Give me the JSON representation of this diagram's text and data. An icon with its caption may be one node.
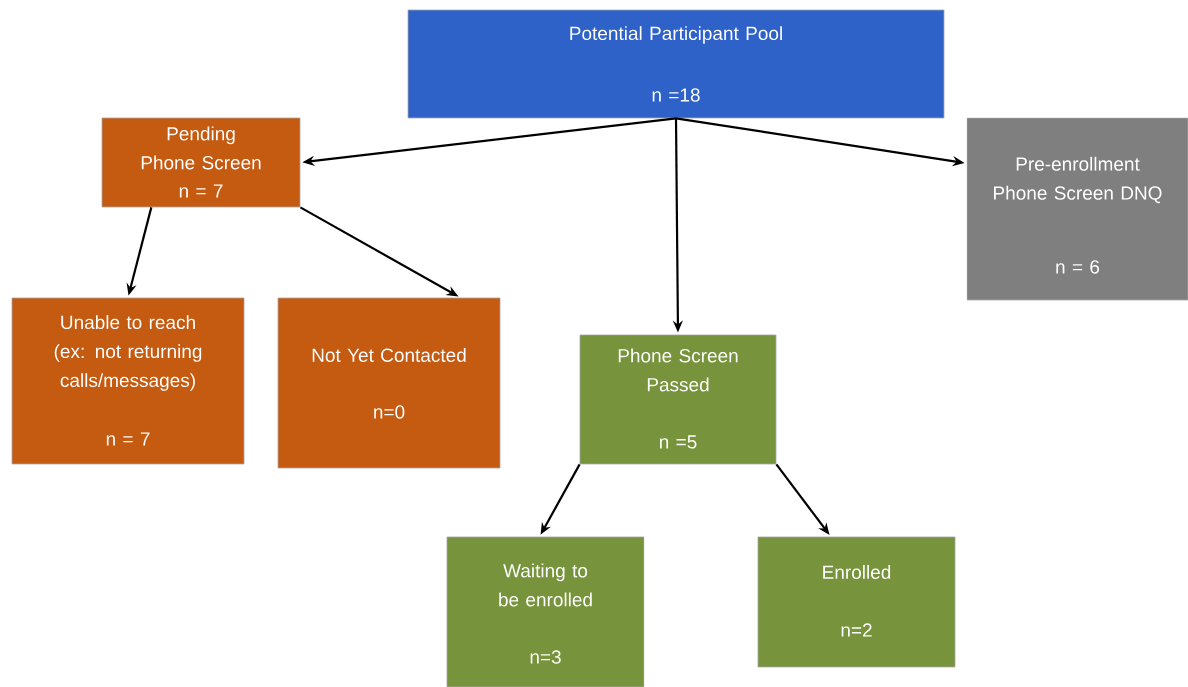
{
  "diagram": {
    "nodes": [
      {
        "text": [
          "Potential Participant Pool",
          "n =18"
        ]
      },
      {
        "text": [
          "Pending Phone Screen",
          "n = 7"
        ]
      },
      {
        "text": [
          "Pre-enrollment Phone Screen DNQ",
          "n = 6"
        ]
      },
      {
        "text": [
          "Unable to reach (ex: not returning calls/messages)",
          "n = 7"
        ]
      },
      {
        "text": [
          "Not Yet Contacted",
          "n=0"
        ]
      },
      {
        "text": [
          "Phone Screen Passed",
          "n =5"
        ]
      },
      {
        "text": [
          "Waiting to be enrolled",
          "n=3"
        ]
      },
      {
        "text": [
          "Enrolled",
          "n=2"
        ]
      }
    ],
    "edges": [
      {
        "from": 0,
        "to": 1,
        "arrow": "to"
      },
      {
        "from": 0,
        "to": 5,
        "arrow": "to"
      },
      {
        "from": 0,
        "to": 2,
        "arrow": "to"
      },
      {
        "from": 1,
        "to": 3,
        "arrow": "to"
      },
      {
        "from": 1,
        "to": 4,
        "arrow": "to"
      },
      {
        "from": 5,
        "to": 6,
        "arrow": "to"
      },
      {
        "from": 5,
        "to": 7,
        "arrow": "to"
      }
    ]
  }
}
